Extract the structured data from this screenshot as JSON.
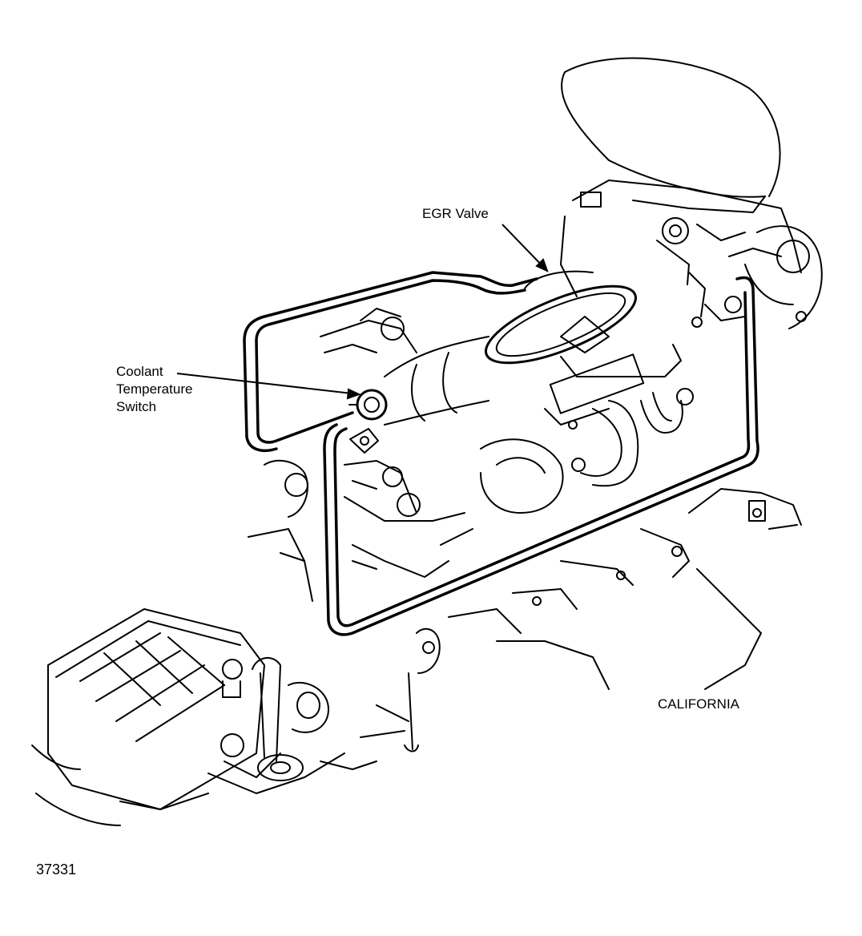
{
  "labels": {
    "egr_valve": "EGR Valve",
    "coolant_switch": [
      "Coolant",
      "Temperature",
      "Switch"
    ],
    "region": "CALIFORNIA",
    "figure_number": "37331"
  },
  "colors": {
    "ink": "#000000",
    "paper": "#ffffff"
  }
}
